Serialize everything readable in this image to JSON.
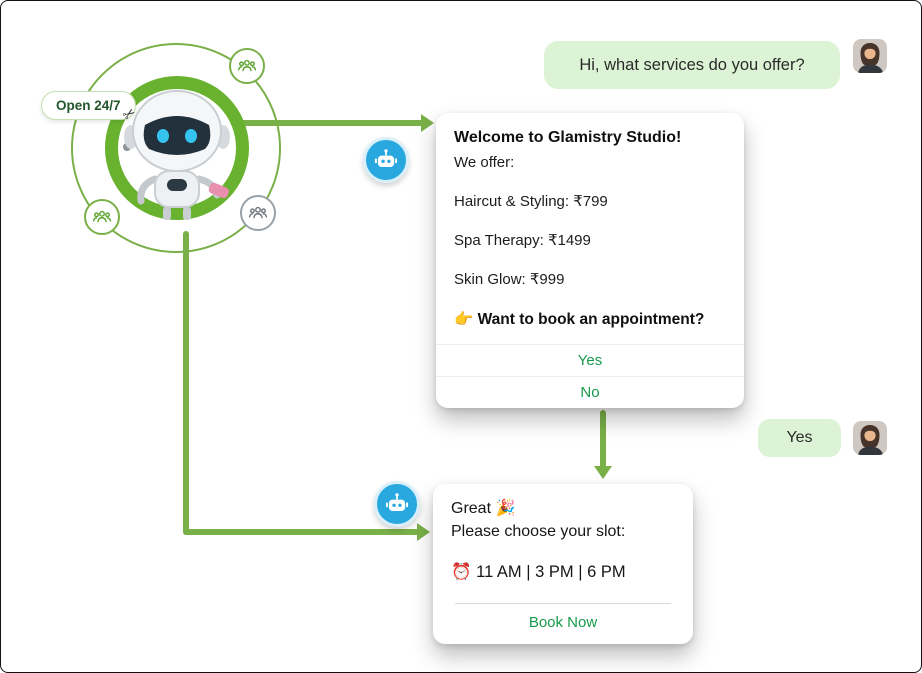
{
  "badge": {
    "label": "Open 24/7"
  },
  "conversation": {
    "user_message_1": "Hi, what services do you offer?",
    "user_message_2": "Yes"
  },
  "bot_card_1": {
    "title": "Welcome to Glamistry Studio!",
    "intro": "We offer:",
    "services": [
      "Haircut & Styling: ₹799",
      "Spa Therapy: ₹1499",
      "Skin Glow: ₹999"
    ],
    "question": "👉 Want to book an appointment?",
    "quick_replies": [
      "Yes",
      "No"
    ]
  },
  "bot_card_2": {
    "greeting": "Great 🎉",
    "prompt": "Please choose your slot:",
    "slots": "⏰ 11 AM | 3 PM | 6 PM",
    "action": "Book Now"
  },
  "icons": {
    "bot_chat_icon": "robot-head-in-blue-circle",
    "group_icon": "three-people-outline",
    "scissors_icon": "✂"
  },
  "colors": {
    "line_green": "#7ab048",
    "ring_green": "#68b22f",
    "bubble_green": "#ddf3d5",
    "action_green": "#179a4c",
    "bot_icon_blue": "#29a8e0"
  }
}
